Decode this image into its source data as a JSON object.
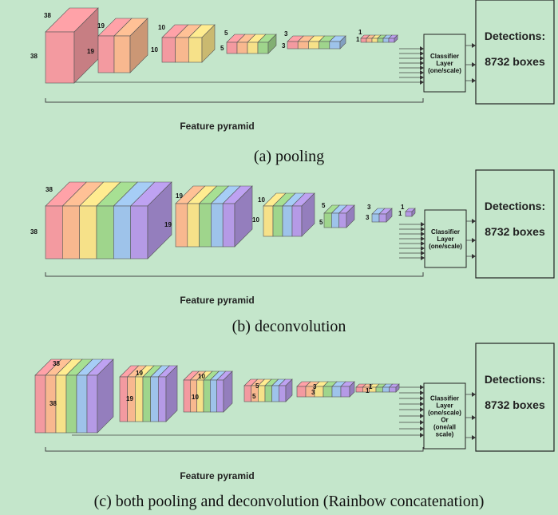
{
  "panels": [
    {
      "id": "a",
      "caption": "(a) pooling",
      "pyramid_label": "Feature pyramid",
      "classifier_lines": [
        "Classifier",
        "Layer",
        "(one/scale)"
      ],
      "detections_title": "Detections:",
      "detections_count": "8732 boxes",
      "blocks": [
        {
          "top": "38",
          "side": "38"
        },
        {
          "top": "19",
          "side": "19"
        },
        {
          "top": "10",
          "side": "10"
        },
        {
          "top": "5",
          "side": "5"
        },
        {
          "top": "3",
          "side": "3"
        },
        {
          "top": "1",
          "side": "1"
        }
      ]
    },
    {
      "id": "b",
      "caption": "(b) deconvolution",
      "pyramid_label": "Feature pyramid",
      "classifier_lines": [
        "Classifier",
        "Layer",
        "(one/scale)"
      ],
      "detections_title": "Detections:",
      "detections_count": "8732 boxes",
      "blocks": [
        {
          "top": "38",
          "side": "38"
        },
        {
          "top": "19",
          "side": "19"
        },
        {
          "top": "10",
          "side": "10"
        },
        {
          "top": "5",
          "side": "5"
        },
        {
          "top": "3",
          "side": "3"
        },
        {
          "top": "1",
          "side": "1"
        }
      ]
    },
    {
      "id": "c",
      "caption": "(c) both pooling and deconvolution (Rainbow concatenation)",
      "pyramid_label": "Feature pyramid",
      "classifier_lines": [
        "Classifier",
        "Layer",
        "(one/scale)",
        "Or",
        "(one/all",
        "scale)"
      ],
      "detections_title": "Detections:",
      "detections_count": "8732 boxes",
      "blocks": [
        {
          "top": "38",
          "side": "38"
        },
        {
          "top": "19",
          "side": "19"
        },
        {
          "top": "10",
          "side": "10"
        },
        {
          "top": "5",
          "side": "5"
        },
        {
          "top": "3",
          "side": "3"
        },
        {
          "top": "1",
          "side": "1"
        }
      ]
    }
  ],
  "colors": {
    "background": "#c4e6cb",
    "rainbow": [
      "#f39aa0",
      "#f8b88f",
      "#f6e189",
      "#9fd58c",
      "#9ec3ea",
      "#b59ae6"
    ],
    "red": "#f39aa0"
  }
}
